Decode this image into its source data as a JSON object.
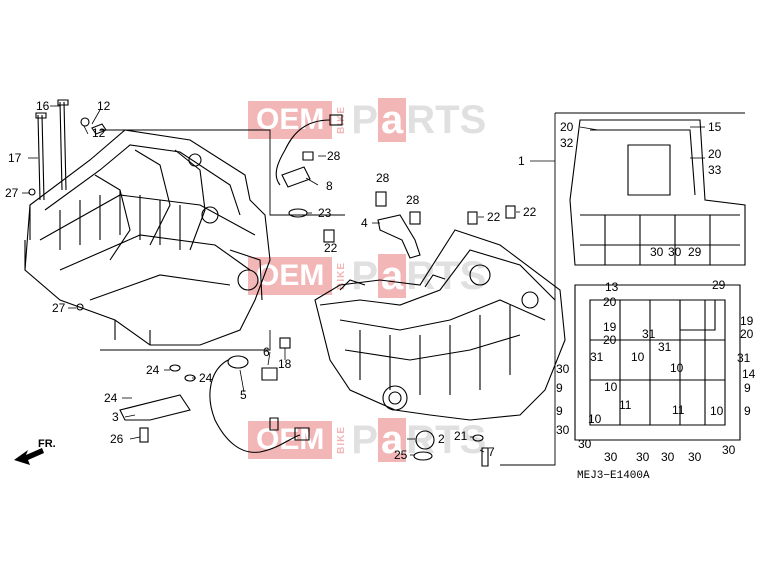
{
  "watermark": {
    "oem": "OEM",
    "bike": "BIKE",
    "parts_p": "P",
    "parts_a": "a",
    "parts_rts": "RTS"
  },
  "diagram_code": "MEJ3−E1400A",
  "direction_label": "FR.",
  "callouts": [
    {
      "id": "c16",
      "text": "16"
    },
    {
      "id": "c12a",
      "text": "12"
    },
    {
      "id": "c12b",
      "text": "12"
    },
    {
      "id": "c17",
      "text": "17"
    },
    {
      "id": "c27a",
      "text": "27"
    },
    {
      "id": "c28a",
      "text": "28"
    },
    {
      "id": "c8",
      "text": "8"
    },
    {
      "id": "c23",
      "text": "23"
    },
    {
      "id": "c22a",
      "text": "22"
    },
    {
      "id": "c28b",
      "text": "28"
    },
    {
      "id": "c28c",
      "text": "28"
    },
    {
      "id": "c4",
      "text": "4"
    },
    {
      "id": "c22b",
      "text": "22"
    },
    {
      "id": "c22c",
      "text": "22"
    },
    {
      "id": "c27b",
      "text": "27"
    },
    {
      "id": "c6",
      "text": "6"
    },
    {
      "id": "c18",
      "text": "18"
    },
    {
      "id": "c24a",
      "text": "24"
    },
    {
      "id": "c24b",
      "text": "24"
    },
    {
      "id": "c24c",
      "text": "24"
    },
    {
      "id": "c5",
      "text": "5"
    },
    {
      "id": "c3",
      "text": "3"
    },
    {
      "id": "c26",
      "text": "26"
    },
    {
      "id": "c21",
      "text": "21"
    },
    {
      "id": "c2",
      "text": "2"
    },
    {
      "id": "c25",
      "text": "25"
    },
    {
      "id": "c7",
      "text": "7"
    },
    {
      "id": "c1",
      "text": "1"
    },
    {
      "id": "c20a",
      "text": "20"
    },
    {
      "id": "c32",
      "text": "32"
    },
    {
      "id": "c15",
      "text": "15"
    },
    {
      "id": "c20b",
      "text": "20"
    },
    {
      "id": "c33",
      "text": "33"
    },
    {
      "id": "c13",
      "text": "13"
    },
    {
      "id": "c30a",
      "text": "30"
    },
    {
      "id": "c30b",
      "text": "30"
    },
    {
      "id": "c29a",
      "text": "29"
    },
    {
      "id": "c29b",
      "text": "29"
    },
    {
      "id": "c20c",
      "text": "20"
    },
    {
      "id": "c19a",
      "text": "19"
    },
    {
      "id": "c20d",
      "text": "20"
    },
    {
      "id": "c31a",
      "text": "31"
    },
    {
      "id": "c19b",
      "text": "19"
    },
    {
      "id": "c20e",
      "text": "20"
    },
    {
      "id": "c31b",
      "text": "31"
    },
    {
      "id": "c31c",
      "text": "31"
    },
    {
      "id": "c31d",
      "text": "31"
    },
    {
      "id": "c30c",
      "text": "30"
    },
    {
      "id": "c10a",
      "text": "10"
    },
    {
      "id": "c10b",
      "text": "10"
    },
    {
      "id": "c10c",
      "text": "10"
    },
    {
      "id": "c14",
      "text": "14"
    },
    {
      "id": "c9a",
      "text": "9"
    },
    {
      "id": "c9b",
      "text": "9"
    },
    {
      "id": "c9c",
      "text": "9"
    },
    {
      "id": "c9d",
      "text": "9"
    },
    {
      "id": "c11a",
      "text": "11"
    },
    {
      "id": "c11b",
      "text": "11"
    },
    {
      "id": "c10d",
      "text": "10"
    },
    {
      "id": "c10e",
      "text": "10"
    },
    {
      "id": "c30d",
      "text": "30"
    },
    {
      "id": "c30e",
      "text": "30"
    },
    {
      "id": "c30f",
      "text": "30"
    },
    {
      "id": "c30g",
      "text": "30"
    },
    {
      "id": "c30h",
      "text": "30"
    },
    {
      "id": "c30i",
      "text": "30"
    },
    {
      "id": "c30j",
      "text": "30"
    }
  ]
}
